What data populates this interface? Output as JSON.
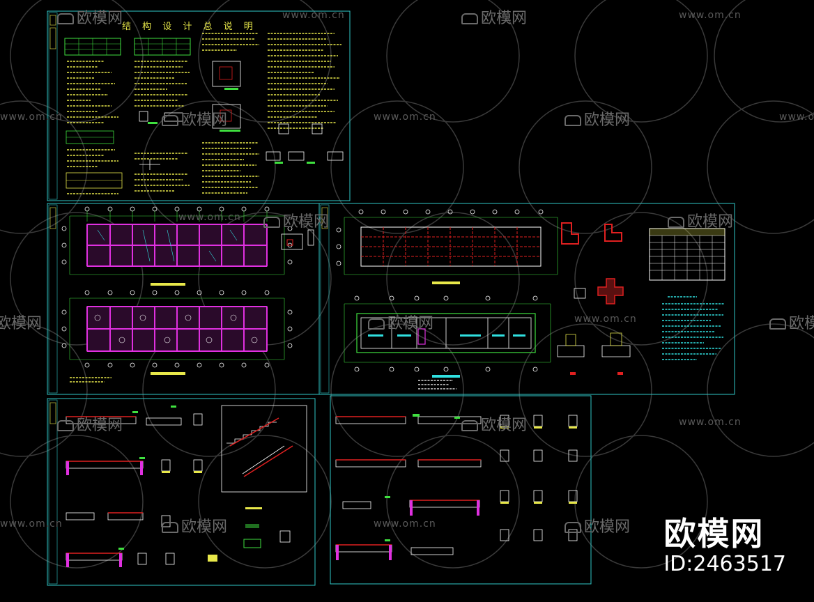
{
  "sheets": {
    "general_notes": {
      "title": "结 构 设 计 总 说 明"
    }
  },
  "watermark": {
    "site_text": "www.om.cn",
    "logo_text": "欧模网"
  },
  "brand": {
    "name": "欧模网",
    "id_text": "ID:2463517"
  },
  "colors": {
    "background": "#000000",
    "border": "#2fc7c7",
    "yellow": "#e8e84a",
    "green": "#3fe03f",
    "red": "#e02020",
    "magenta": "#e030e0",
    "cyan": "#30e0e0",
    "white": "#ffffff",
    "watermark": "#5a5a5a"
  }
}
